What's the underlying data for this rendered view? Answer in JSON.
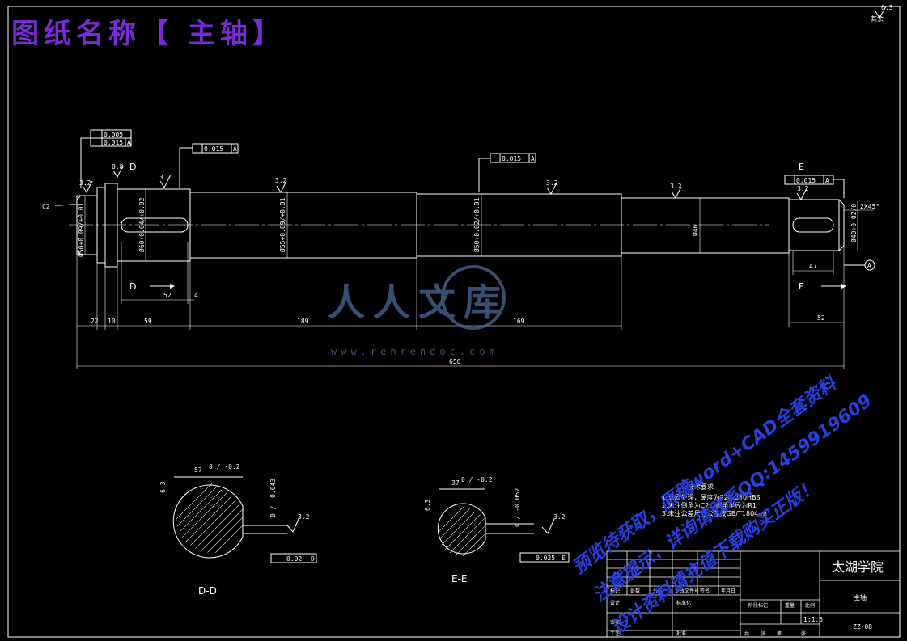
{
  "drawing": {
    "title": "图纸名称【 主轴】",
    "title_color": "#7a2bd8",
    "line_color": "#ffffff",
    "background": "#000000",
    "surface_default": "6.3",
    "surface_default_label": "其余"
  },
  "dimensions": {
    "overall": "650",
    "seg_22": "22",
    "seg_10": "10",
    "seg_59": "59",
    "seg_189a": "189",
    "seg_189b": "169",
    "seg_52": "52",
    "seg_4": "4",
    "key_len_right": "47",
    "right_end": "52",
    "chamfer_left": "C2",
    "chamfer_right": "2X45°",
    "dia_left": "Ø50+0.09/+0.01",
    "dia_d": "Ø60+0.04/+0.02",
    "dia_mid": "Ø55+0.09/+0.01",
    "dia_e": "Ø50+0.02/+0.01",
    "dia_46": "Ø46",
    "dia_right": "Ø40+0.02/0"
  },
  "tolerances": {
    "flatness": "0.005",
    "runout_left": "0.015",
    "runout_top": "0.015",
    "runout_mid": "0.015",
    "runout_right": "0.015",
    "datum": "A",
    "sym_dd": "0.02",
    "sym_dd_datum": "D",
    "sym_ee": "0.025",
    "sym_ee_datum": "E"
  },
  "roughness": {
    "r32": "3.2",
    "r08": "0.8",
    "r63": "6.3"
  },
  "sections": {
    "dd_label": "D-D",
    "ee_label": "E-E",
    "dd_width": "57",
    "dd_width_tol": "0 / -0.2",
    "dd_key_tol": "0 / -0.043",
    "ee_width": "37",
    "ee_width_tol": "0 / -0.2",
    "ee_key_tol": "0 / -0.052",
    "mark_d": "D",
    "mark_e": "E"
  },
  "notes": {
    "heading": "技术要求",
    "line1": "1.调质处理，硬度为220-250HBS",
    "line2": "2.未注倒角为C2，圆角半径为R1",
    "line3": "3.未注公差尺寸公差按GB/T1804-m"
  },
  "title_block": {
    "school": "太湖学院",
    "part_name": "主轴",
    "drawing_no": "ZZ-08",
    "scale": "1:1.5",
    "col_labels": [
      "标记",
      "处数",
      "分区",
      "更改文件号",
      "签名",
      "年月日"
    ],
    "row_design": "设计",
    "row_std": "标准化",
    "row_check": "审核",
    "row_process": "工艺",
    "row_approve": "批准",
    "stage_mark": "阶段标记",
    "weight": "重量",
    "ratio": "比例",
    "total": "共",
    "sheet": "张",
    "page": "第"
  },
  "watermark": {
    "logo_text": "人人文库",
    "logo_url": "www.renrendoc.com",
    "logo_color": "#4a6a9a",
    "diag_line1": "预览待获取，原稿word+CAD全套资料",
    "diag_line2": "注意提示，详询请联系QQ:1459919609",
    "diag_line3": "设计资料请充值下载购买正版！",
    "diag_color": "#2a3fe0"
  }
}
